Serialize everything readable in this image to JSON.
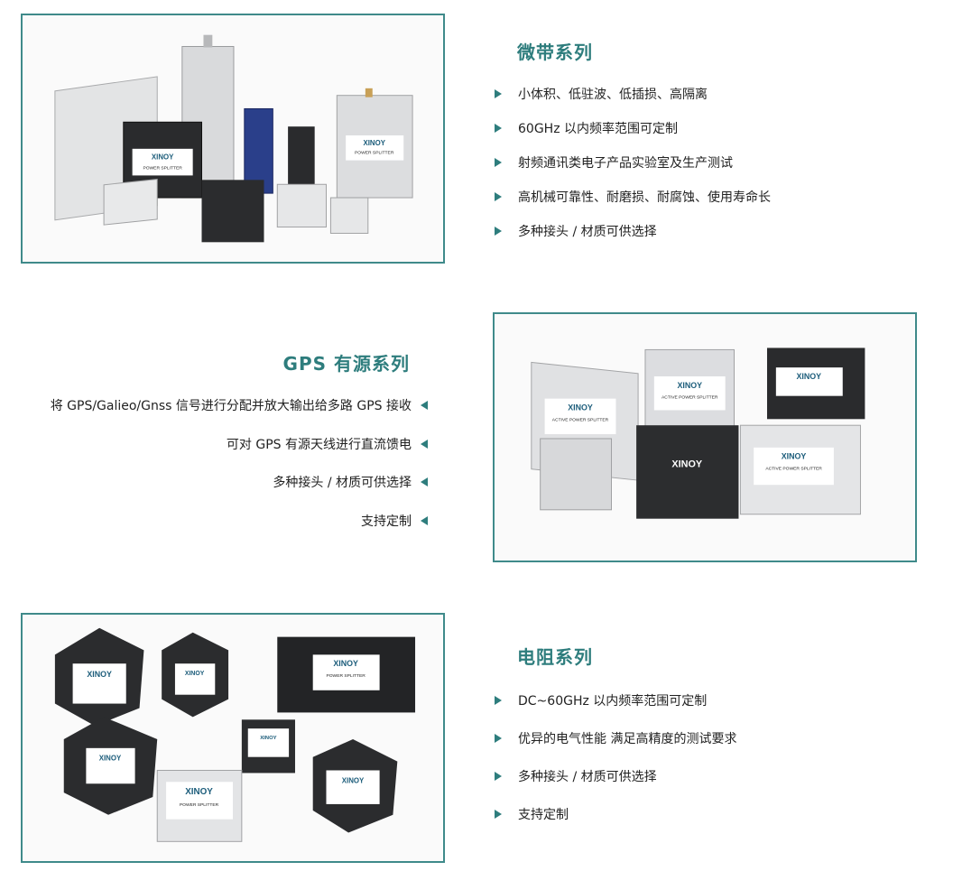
{
  "sections": [
    {
      "title": "微带系列",
      "items": [
        "小体积、低驻波、低插损、高隔离",
        "60GHz 以内频率范围可定制",
        "射频通讯类电子产品实验室及生产测试",
        "高机械可靠性、耐磨损、耐腐蚀、使用寿命长",
        "多种接头 / 材质可供选择"
      ]
    },
    {
      "title": "GPS 有源系列",
      "items": [
        "将 GPS/Galieo/Gnss 信号进行分配并放大输出给多路 GPS 接收",
        "可对 GPS 有源天线进行直流馈电",
        "多种接头 / 材质可供选择",
        "支持定制"
      ]
    },
    {
      "title": "电阻系列",
      "items": [
        "DC~60GHz 以内频率范围可定制",
        "优异的电气性能 满足高精度的测试要求",
        "多种接头 / 材质可供选择",
        "支持定制"
      ]
    }
  ],
  "product_labels": {
    "brand": "XINOY",
    "power_splitter": "POWER SPLITTER",
    "active_power_splitter": "ACTIVE POWER SPLITTER"
  },
  "colors": {
    "accent": "#2e7d7d",
    "frame_border": "#3f8a8a"
  }
}
